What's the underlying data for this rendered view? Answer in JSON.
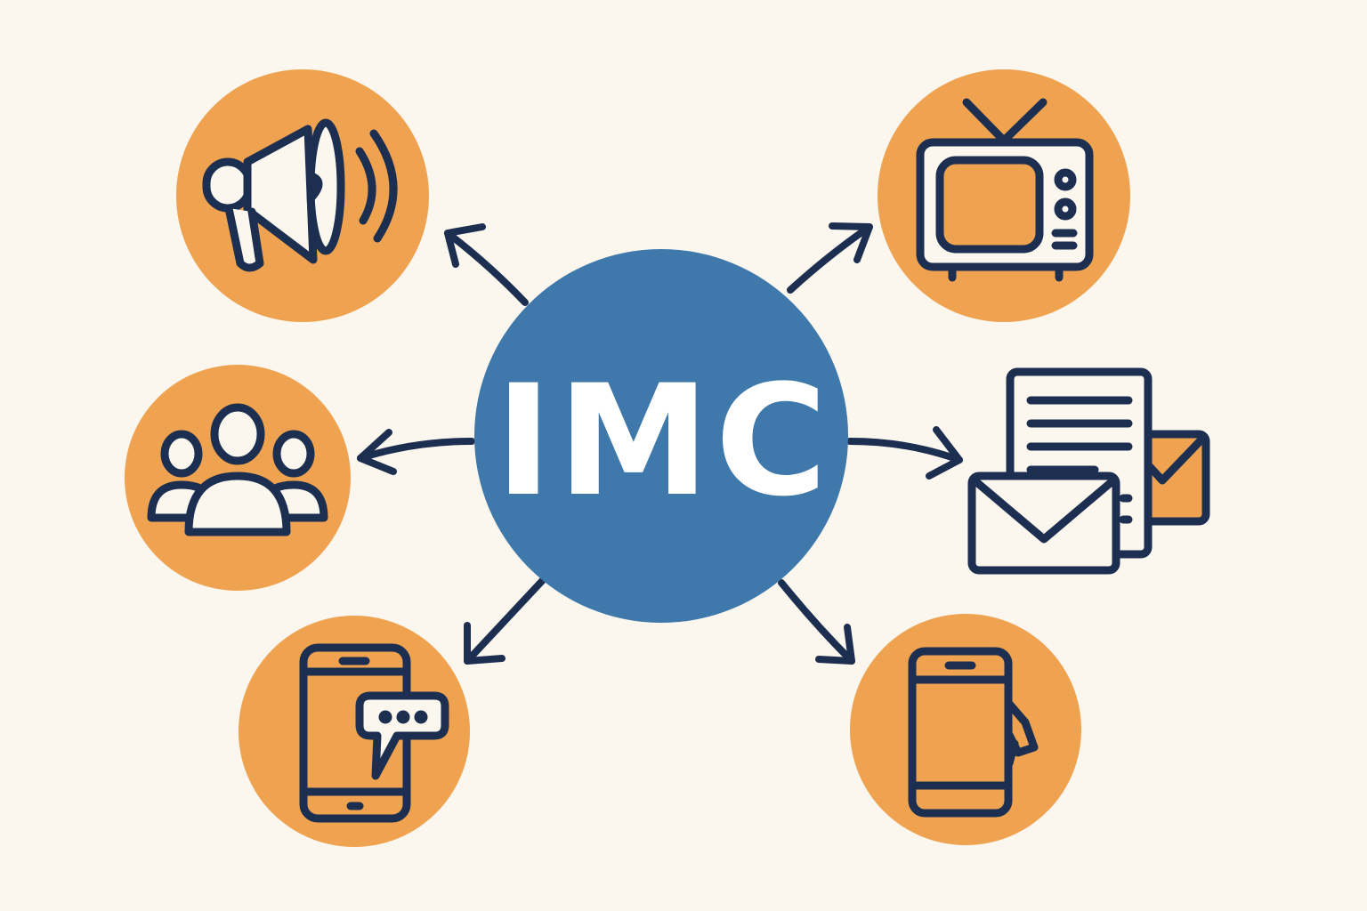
{
  "center": {
    "label": "IMC"
  },
  "nodes": [
    {
      "id": "advertising",
      "icon": "megaphone-icon"
    },
    {
      "id": "broadcast",
      "icon": "television-icon"
    },
    {
      "id": "community",
      "icon": "people-group-icon"
    },
    {
      "id": "direct-mail",
      "icon": "mail-letter-icon"
    },
    {
      "id": "mobile-messaging",
      "icon": "smartphone-chat-icon"
    },
    {
      "id": "mobile-touch",
      "icon": "smartphone-touch-icon"
    }
  ],
  "colors": {
    "background": "#fbf6ee",
    "center_fill": "#3f78aa",
    "node_fill": "#efa24f",
    "line": "#1d2f50",
    "white": "#ffffff"
  }
}
